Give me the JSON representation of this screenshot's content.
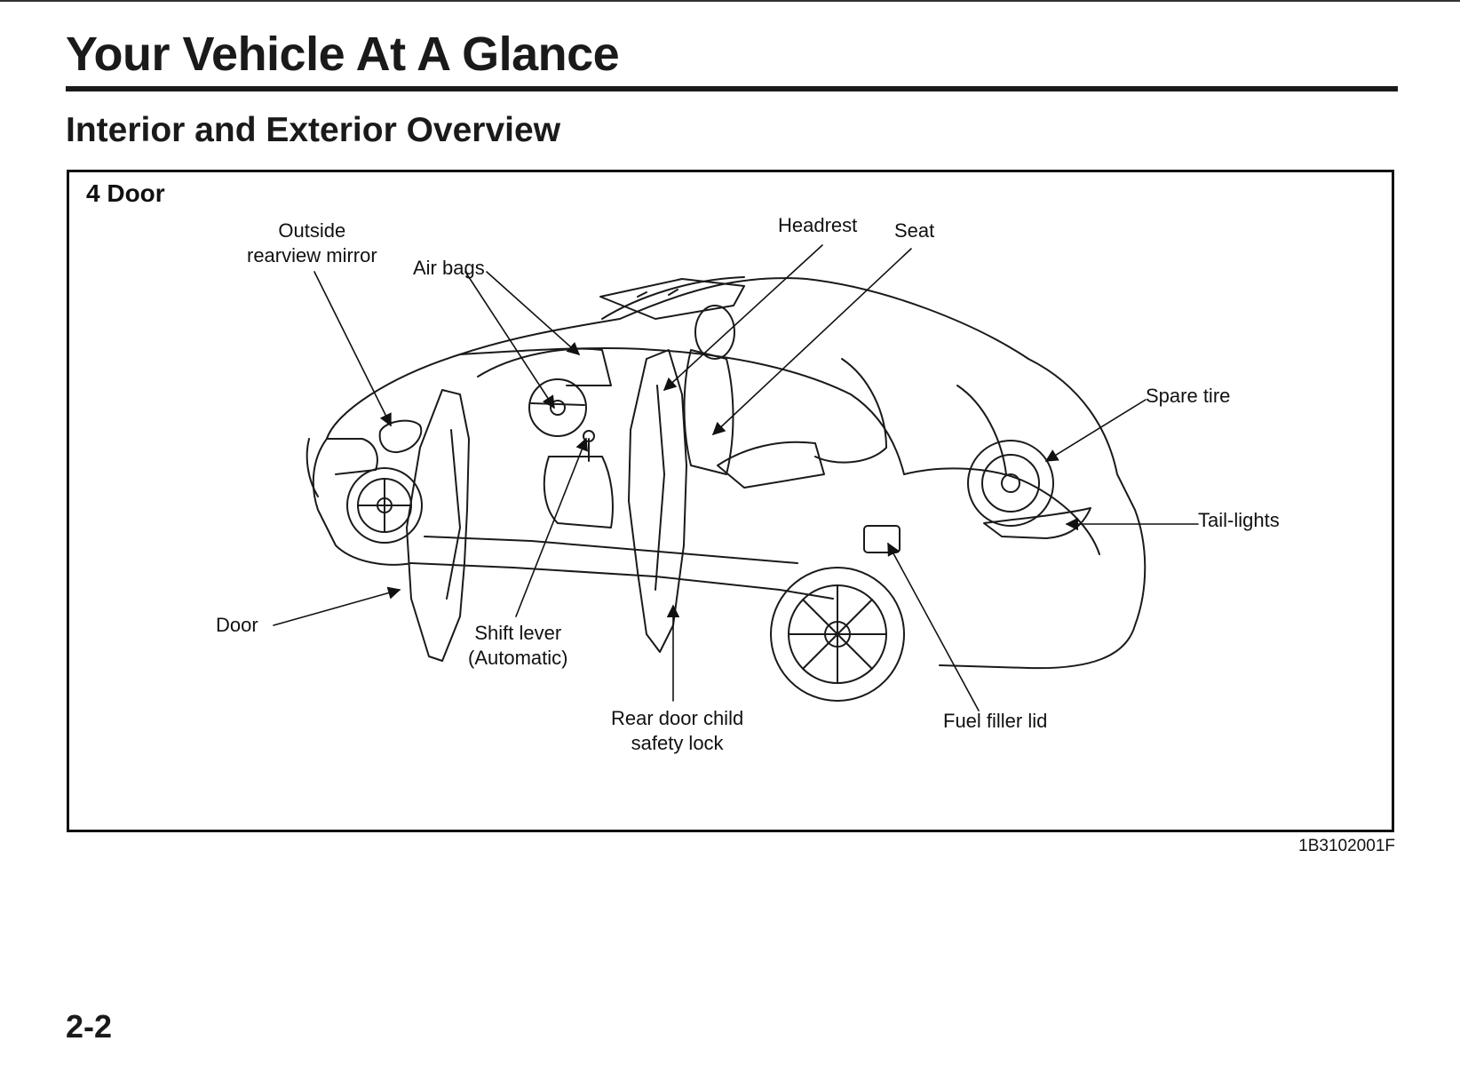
{
  "header": {
    "title": "Your Vehicle At A Glance",
    "section": "Interior and Exterior Overview"
  },
  "figure": {
    "variant": "4 Door",
    "labels": {
      "outside_mirror_line1": "Outside",
      "outside_mirror_line2": "rearview mirror",
      "air_bags": "Air bags",
      "headrest": "Headrest",
      "seat": "Seat",
      "spare_tire": "Spare tire",
      "tail_lights": "Tail-lights",
      "door": "Door",
      "shift_lever_line1": "Shift lever",
      "shift_lever_line2": "(Automatic)",
      "rear_lock_line1": "Rear door child",
      "rear_lock_line2": "safety lock",
      "fuel_lid": "Fuel filler lid"
    },
    "code": "1B3102001F"
  },
  "footer": {
    "page_number": "2-2"
  }
}
